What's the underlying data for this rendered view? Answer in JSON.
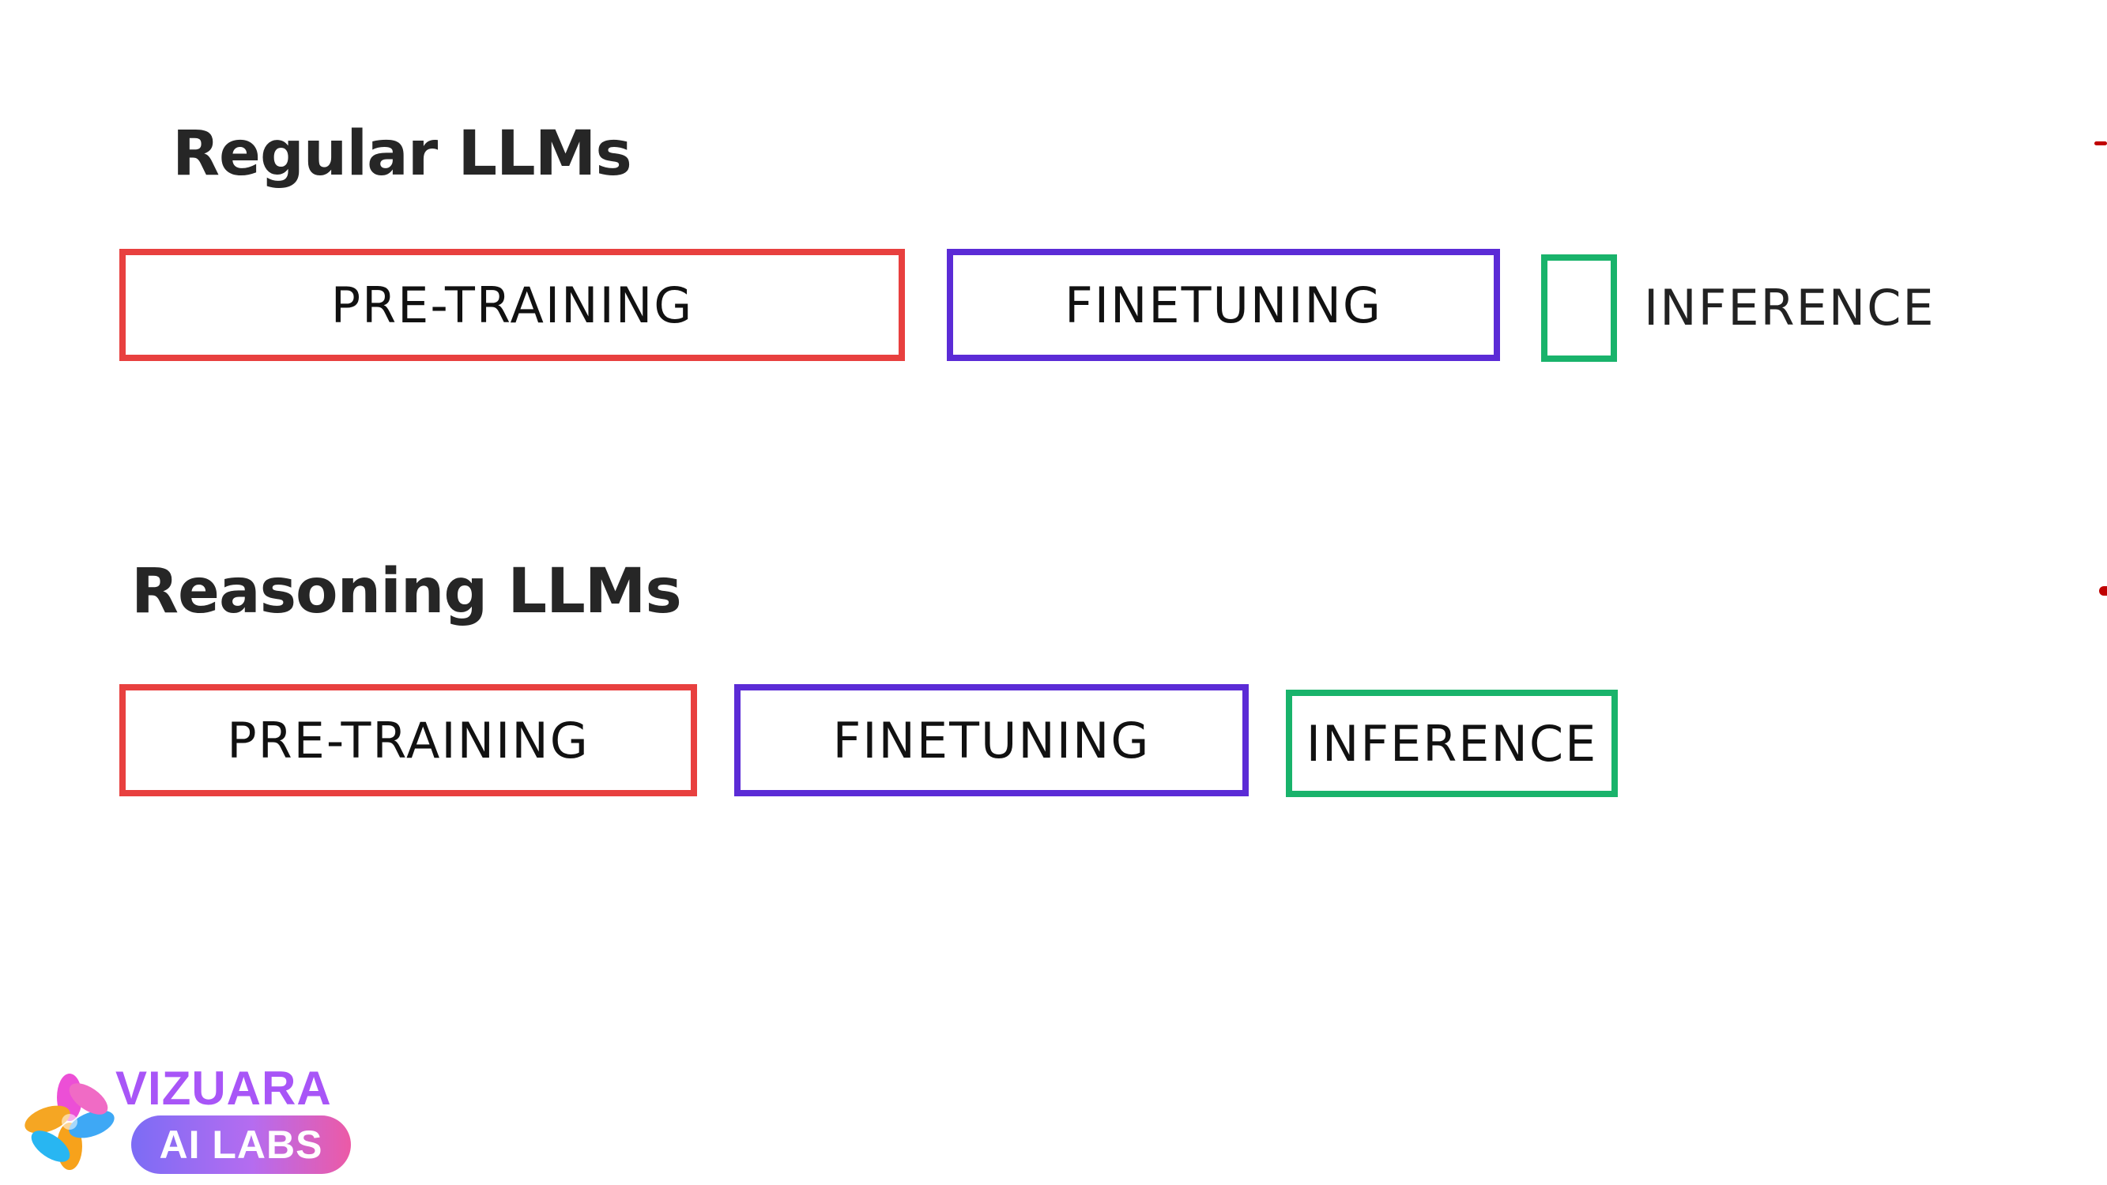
{
  "sections": {
    "regular": {
      "title": "Regular LLMs",
      "stages": [
        "PRE-TRAINING",
        "FINETUNING",
        "INFERENCE"
      ]
    },
    "reasoning": {
      "title": "Reasoning LLMs",
      "stages": [
        "PRE-TRAINING",
        "FINETUNING",
        "INFERENCE"
      ]
    }
  },
  "colors": {
    "pretraining": "#e8403f",
    "finetuning": "#5b2bd6",
    "inference": "#19b36b",
    "annotation": "#c00000"
  },
  "logo": {
    "name": "VIZUARA",
    "tagline": "AI LABS"
  }
}
